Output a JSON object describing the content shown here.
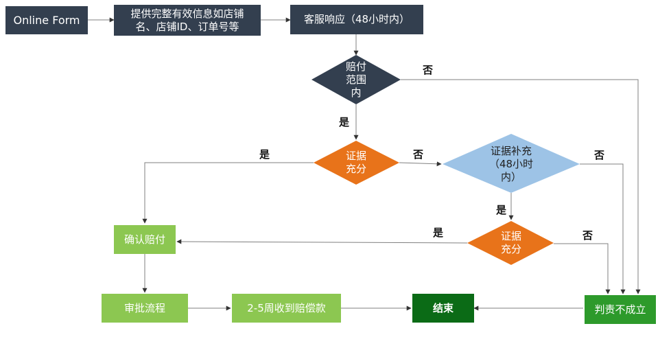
{
  "colors": {
    "dark_node": "#333f4f",
    "decision_orange": "#e8731a",
    "decision_blue": "#9dc3e6",
    "green_light": "#8cc751",
    "green_dark": "#0b6b16",
    "green_mid": "#2d9a2b",
    "edge": "#7f7f7f"
  },
  "nodes": {
    "online_form": "Online Form",
    "provide_info": "提供完整有效信息如店铺\n名、店铺ID、订单号等",
    "cs_response": "客服响应（48小时内）",
    "in_scope": "赔付\n范围\n内",
    "evidence_1": "证据\n充分",
    "supplement": "证据补充\n（48小时\n内）",
    "evidence_2": "证据\n充分",
    "confirm_pay": "确认赔付",
    "approval": "审批流程",
    "receive_pay": "2-5周收到赔偿款",
    "end": "结束",
    "not_liable": "判责不成立"
  },
  "edge_labels": {
    "scope_no": "否",
    "scope_yes": "是",
    "ev1_yes": "是",
    "ev1_no": "否",
    "supp_no": "否",
    "supp_yes": "是",
    "ev2_yes": "是",
    "ev2_no": "否"
  }
}
